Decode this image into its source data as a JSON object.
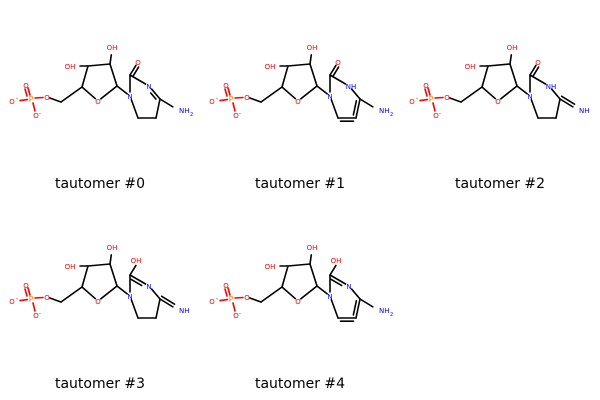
{
  "colors": {
    "bond": "#000000",
    "oxygen": "#ff0000",
    "nitrogen": "#0000ff",
    "phosphorus": "#ff8000"
  },
  "labels": {
    "phosphorus": "P",
    "oxygen": "O",
    "oxy_anion": "O",
    "charge": "-",
    "hydroxyl": "OH",
    "amino": "NH",
    "amino_subscript": "2",
    "ring_n": "N",
    "ring_nh": "NH",
    "imine": "NH"
  },
  "panels": [
    {
      "caption": "tautomer #0",
      "variant": "t0"
    },
    {
      "caption": "tautomer #1",
      "variant": "t1"
    },
    {
      "caption": "tautomer #2",
      "variant": "t2"
    },
    {
      "caption": "tautomer #3",
      "variant": "t3"
    },
    {
      "caption": "tautomer #4",
      "variant": "t4"
    }
  ]
}
